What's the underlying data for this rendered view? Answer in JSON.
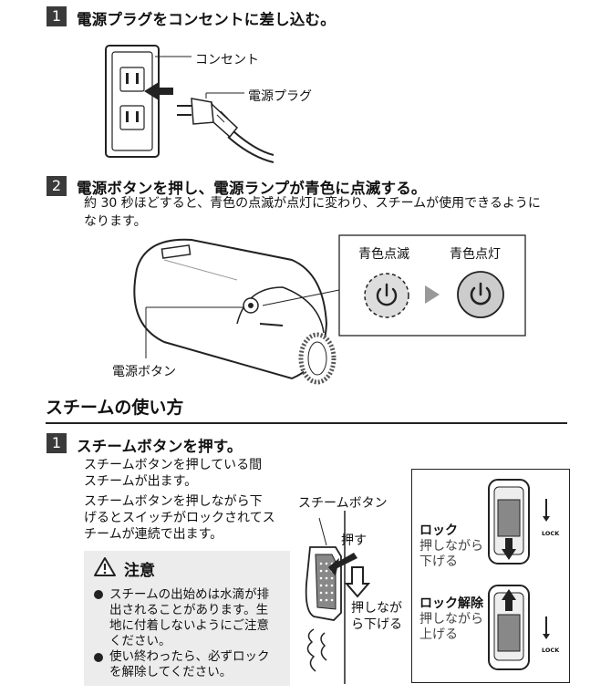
{
  "step1": {
    "num": "1",
    "heading": "電源プラグをコンセントに差し込む。",
    "label_outlet": "コンセント",
    "label_plug": "電源プラグ"
  },
  "step2": {
    "num": "2",
    "heading": "電源ボタンを押し、電源ランプが青色に点滅する。",
    "desc": [
      "約 30 秒ほどすると、青色の点滅が点灯に変わり、スチームが使用できるように",
      "なります。"
    ],
    "label_blink": "青色点滅",
    "label_on": "青色点灯",
    "label_power_button": "電源ボタン"
  },
  "section": {
    "title": "スチームの使い方"
  },
  "steam": {
    "num": "1",
    "heading": "スチームボタンを押す。",
    "desc": [
      "スチームボタンを押している間",
      "スチームが出ます。",
      "スチームボタンを押しながら下",
      "げるとスイッチがロックされてス",
      "チームが連続で出ます。"
    ],
    "label_steam_button": "スチームボタン",
    "label_push": "押す",
    "label_push_down": [
      "押しなが",
      "ら下げる"
    ],
    "lock_title": "ロック",
    "lock_desc": [
      "押しながら",
      "下げる"
    ],
    "unlock_title": "ロック解除",
    "unlock_desc": [
      "押しながら",
      "上げる"
    ],
    "lock_text": "LOCK"
  },
  "caution": {
    "title": "注意",
    "items": [
      [
        "スチームの出始めは水滴が排",
        "出されることがあります。生",
        "地に付着しないようにご注意",
        "ください。"
      ],
      [
        "使い終わったら、必ずロック",
        "を解除してください。"
      ]
    ]
  }
}
